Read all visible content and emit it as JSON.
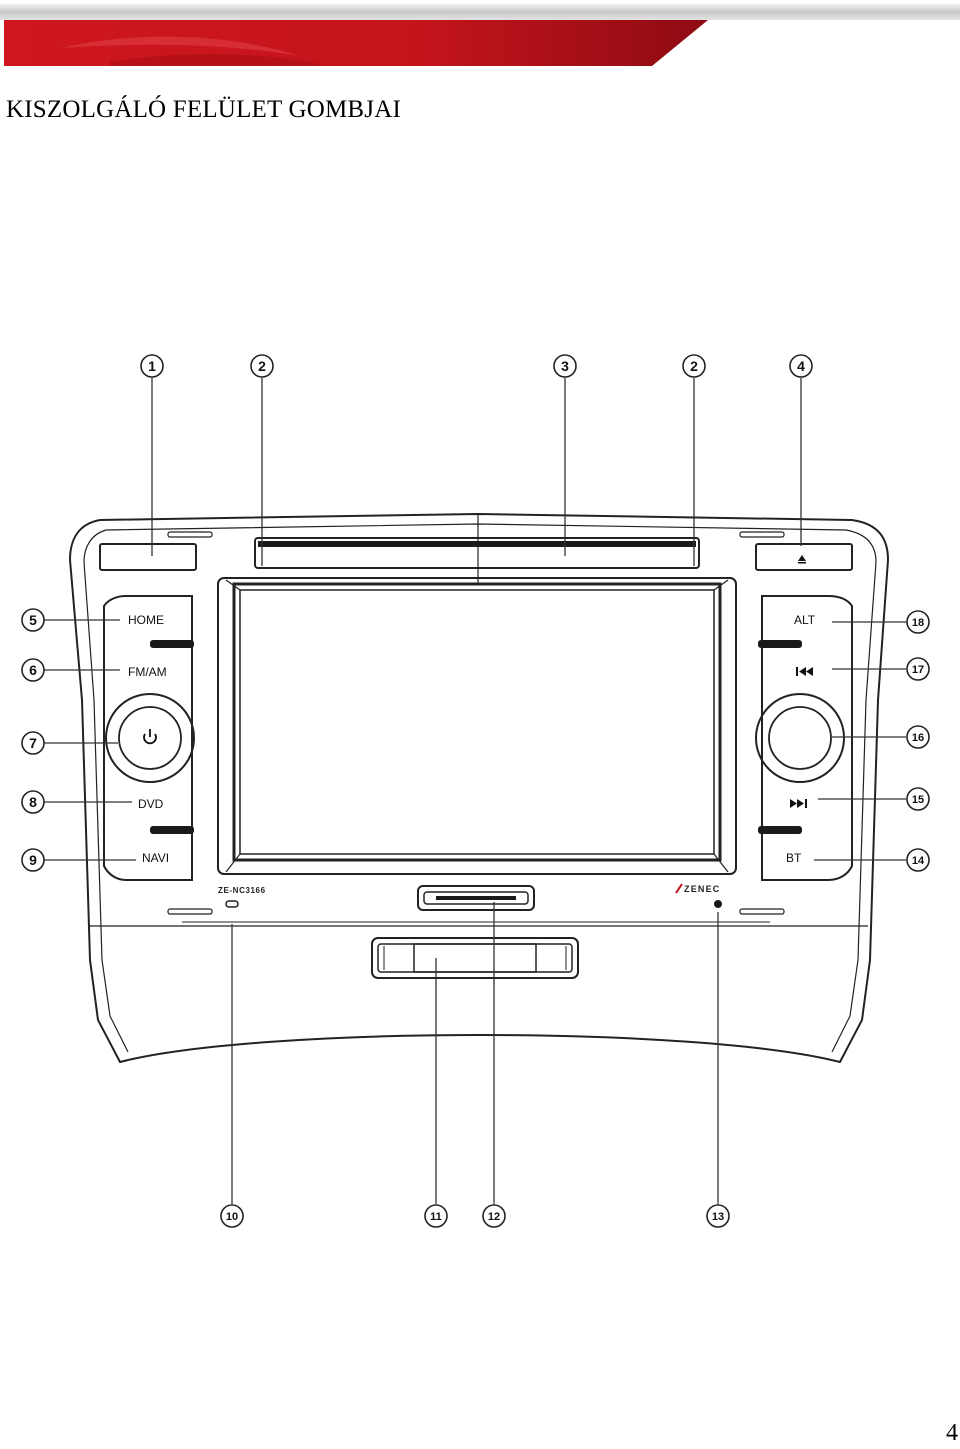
{
  "header": {
    "banner_colors": {
      "red": "#c3141c",
      "dark_red": "#8e0b12",
      "grey": "#d5d5d5"
    }
  },
  "title": "KISZOLGÁLÓ FELÜLET GOMBJAI",
  "page_number": "4",
  "device": {
    "model_label": "ZE-NC3166",
    "brand_label": "ZENEC",
    "buttons": {
      "home": "HOME",
      "fm_am": "FM/AM",
      "dvd": "DVD",
      "navi": "NAVI",
      "alt": "ALT",
      "bt": "BT"
    },
    "icons": {
      "power": "power-icon",
      "previous": "skip-previous-icon",
      "next": "skip-next-icon",
      "eject": "eject-icon",
      "info": "info-icon"
    }
  },
  "callouts": {
    "c1": "1",
    "c2": "2",
    "c2b": "2",
    "c3": "3",
    "c4": "4",
    "c5": "5",
    "c6": "6",
    "c7": "7",
    "c8": "8",
    "c9": "9",
    "c10": "10",
    "c11": "11",
    "c12": "12",
    "c13": "13",
    "c14": "14",
    "c15": "15",
    "c16": "16",
    "c17": "17",
    "c18": "18"
  }
}
